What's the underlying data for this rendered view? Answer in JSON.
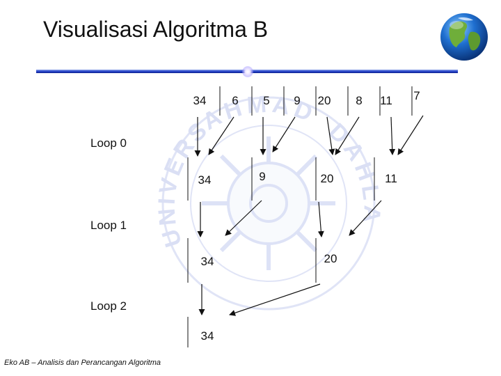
{
  "title": "Visualisasi Algoritma B",
  "footer": "Eko AB – Analisis dan Perancangan Algoritma",
  "icons": {
    "logo": "globe-icon",
    "watermark": "university-seal-watermark"
  },
  "watermark_text": {
    "left": "UNIVERSITAS",
    "top": "AHMAD",
    "right": "DAHLAN"
  },
  "loops": [
    "Loop 0",
    "Loop 1",
    "Loop 2"
  ],
  "levels": [
    {
      "name": "input",
      "values": [
        "34",
        "6",
        "5",
        "9",
        "20",
        "8",
        "11",
        "7"
      ]
    },
    {
      "name": "after-loop-0",
      "values": [
        "34",
        "9",
        "20",
        "11"
      ]
    },
    {
      "name": "after-loop-1",
      "values": [
        "34",
        "20"
      ]
    },
    {
      "name": "after-loop-2",
      "values": [
        "34"
      ]
    }
  ],
  "colors": {
    "rule_dark": "#0b1f8f",
    "rule_light": "#8fa6e6",
    "watermark": "#b9c3e6"
  }
}
